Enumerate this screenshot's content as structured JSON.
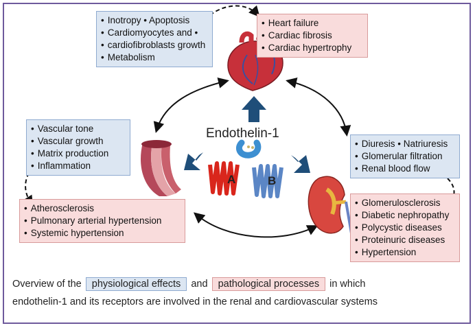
{
  "heart_effects": [
    "Inotropy • Apoptosis",
    "Cardiomyocytes and •",
    "cardiofibroblasts growth",
    "Metabolism"
  ],
  "heart_pathology": [
    "Heart failure",
    "Cardiac fibrosis",
    "Cardiac hypertrophy"
  ],
  "vessel_effects": [
    "Vascular tone",
    "Vascular growth",
    "Matrix production",
    "Inflammation"
  ],
  "vessel_pathology": [
    "Atherosclerosis",
    "Pulmonary arterial hypertension",
    "Systemic hypertension"
  ],
  "kidney_effects": [
    "Diuresis • Natriuresis",
    "Glomerular filtration",
    "Renal blood flow"
  ],
  "kidney_pathology": [
    "Glomerulosclerosis",
    "Diabetic nephropathy",
    "Polycystic diseases",
    "Proteinuric diseases",
    "Hypertension"
  ],
  "center_label": "Endothelin-1",
  "receptor_a": "A",
  "receptor_b": "B",
  "caption": {
    "part1": "Overview of the",
    "chip_physio": "physiological effects",
    "part2": "and",
    "chip_patho": "pathological processes",
    "part3": "in which",
    "line2": "endothelin-1 and its receptors are involved in the renal and cardiovascular systems"
  },
  "colors": {
    "blue_box": "#dce6f2",
    "pink_box": "#f9dcdc",
    "arrow_blue": "#1f4e79",
    "receptor_a": "#d9261c",
    "receptor_b": "#5b86c5",
    "frame": "#6e5a9c"
  }
}
